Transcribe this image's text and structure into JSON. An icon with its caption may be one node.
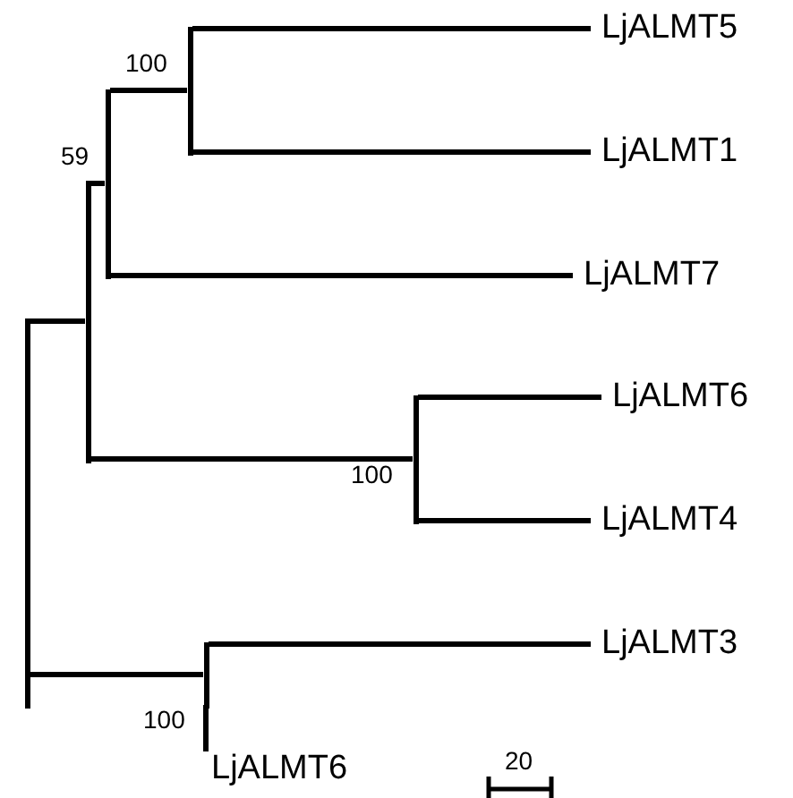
{
  "diagram": {
    "nodes": [
      {
        "text": [],
        "shape": "bar"
      },
      {
        "text": [],
        "shape": "bar"
      },
      {
        "text": [],
        "shape": "bar",
        "beside": [
          "59"
        ]
      },
      {
        "text": [],
        "shape": "bar",
        "beside": [
          "100"
        ]
      },
      {
        "text": [
          "LjALMT5"
        ]
      },
      {
        "text": [
          "LjALMT1"
        ]
      },
      {
        "text": [
          "LjALMT7"
        ]
      },
      {
        "text": [],
        "shape": "bar",
        "beside": [
          "100"
        ]
      },
      {
        "text": [
          "LjALMT6"
        ]
      },
      {
        "text": [
          "LjALMT4"
        ]
      },
      {
        "text": [],
        "shape": "bar",
        "beside": [
          "100"
        ]
      },
      {
        "text": [
          "LjALMT3"
        ]
      },
      {
        "text": [
          "LjALMT6"
        ]
      }
    ],
    "edges": [
      {
        "from": 0,
        "to": 1,
        "arrow": "none"
      },
      {
        "from": 1,
        "to": 2,
        "arrow": "none"
      },
      {
        "from": 2,
        "to": 3,
        "arrow": "none"
      },
      {
        "from": 3,
        "to": 4,
        "arrow": "none"
      },
      {
        "from": 3,
        "to": 5,
        "arrow": "none"
      },
      {
        "from": 2,
        "to": 6,
        "arrow": "none"
      },
      {
        "from": 1,
        "to": 7,
        "arrow": "none"
      },
      {
        "from": 7,
        "to": 8,
        "arrow": "none"
      },
      {
        "from": 7,
        "to": 9,
        "arrow": "none"
      },
      {
        "from": 0,
        "to": 10,
        "arrow": "none"
      },
      {
        "from": 10,
        "to": 11,
        "arrow": "none"
      },
      {
        "from": 10,
        "to": 12,
        "arrow": "none"
      }
    ],
    "labels": [
      "20"
    ]
  }
}
